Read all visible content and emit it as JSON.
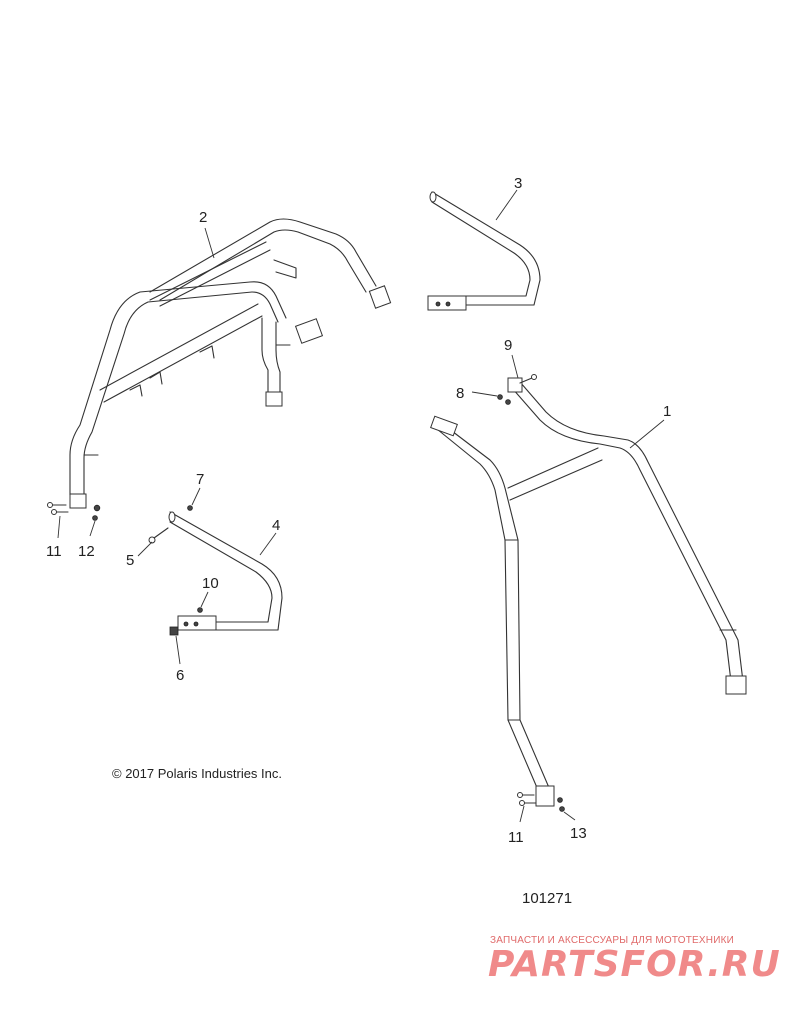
{
  "callouts": {
    "c1": "1",
    "c2": "2",
    "c3": "3",
    "c4": "4",
    "c5": "5",
    "c6": "6",
    "c7": "7",
    "c8": "8",
    "c9": "9",
    "c10": "10",
    "c11a": "11",
    "c11b": "11",
    "c12": "12",
    "c13": "13"
  },
  "copyright": "© 2017 Polaris Industries Inc.",
  "figure_number": "101271",
  "watermark": {
    "tagline": "ЗАПЧАСТИ И АКСЕССУАРЫ ДЛЯ МОТОТЕХНИКИ",
    "logo": "PARTSFOR.RU"
  }
}
